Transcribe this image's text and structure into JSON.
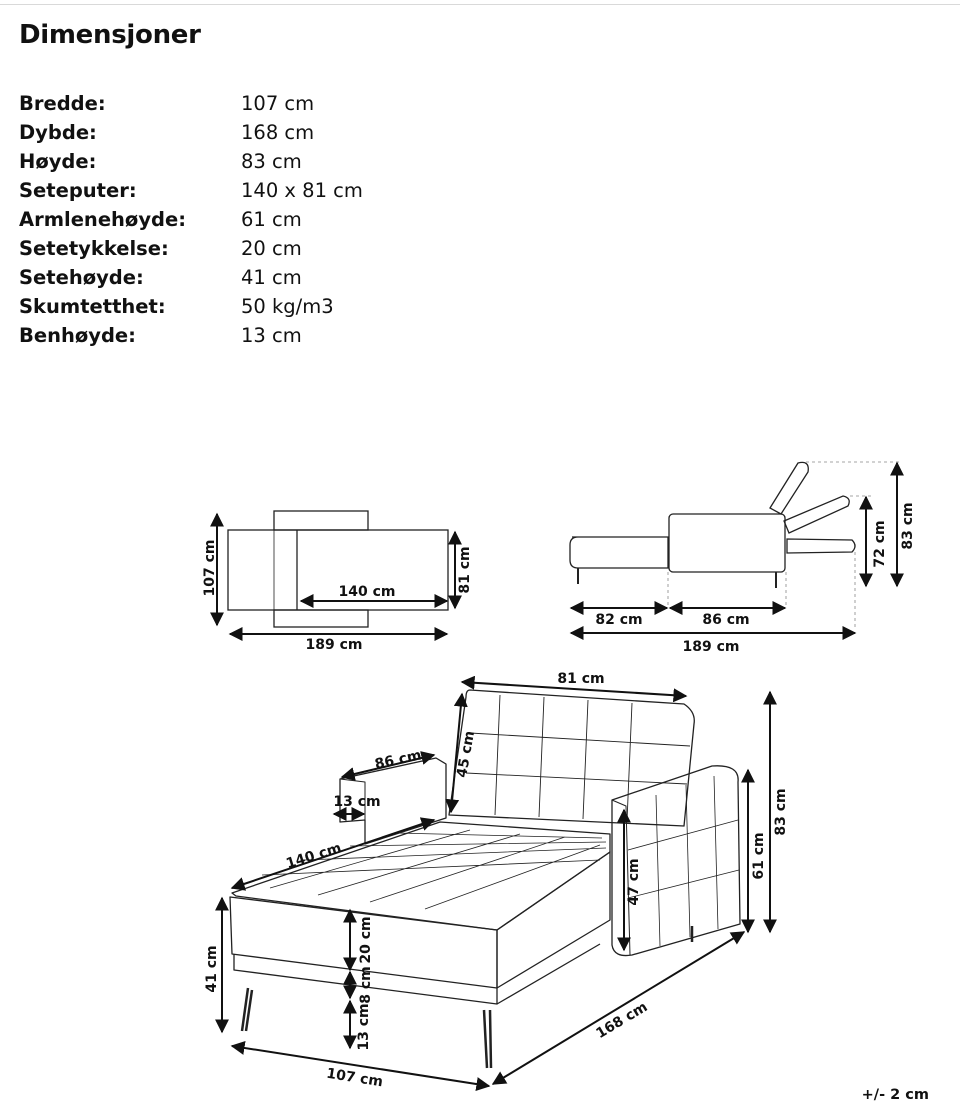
{
  "heading": "Dimensjoner",
  "specs": [
    {
      "label": "Bredde:",
      "value": "107 cm"
    },
    {
      "label": "Dybde:",
      "value": "168 cm"
    },
    {
      "label": "Høyde:",
      "value": "83 cm"
    },
    {
      "label": "Seteputer:",
      "value": "140 x 81 cm"
    },
    {
      "label": "Armlenehøyde:",
      "value": "61 cm"
    },
    {
      "label": "Setetykkelse:",
      "value": "20 cm"
    },
    {
      "label": "Setehøyde:",
      "value": "41 cm"
    },
    {
      "label": "Skumtetthet:",
      "value": "50 kg/m3"
    },
    {
      "label": "Benhøyde:",
      "value": "13 cm"
    }
  ],
  "drawing": {
    "top_view": {
      "width": "107 cm",
      "cushion_length": "140 cm",
      "cushion_width": "81 cm",
      "length": "189 cm"
    },
    "side_view": {
      "seat": "82 cm",
      "cushion": "86 cm",
      "length": "189 cm",
      "back_low": "72 cm",
      "back_high": "83 cm"
    },
    "perspective": {
      "back_width": "81 cm",
      "back_height": "45 cm",
      "arm_length": "86 cm",
      "arm_width": "13 cm",
      "cushion_length": "140 cm",
      "arm_inner_height": "47 cm",
      "arm_height": "61 cm",
      "total_height": "83 cm",
      "seat_thickness": "20 cm",
      "frame": "8 cm",
      "leg": "13 cm",
      "seat_height": "41 cm",
      "depth": "168 cm",
      "width": "107 cm"
    }
  },
  "tolerance": "+/- 2 cm"
}
